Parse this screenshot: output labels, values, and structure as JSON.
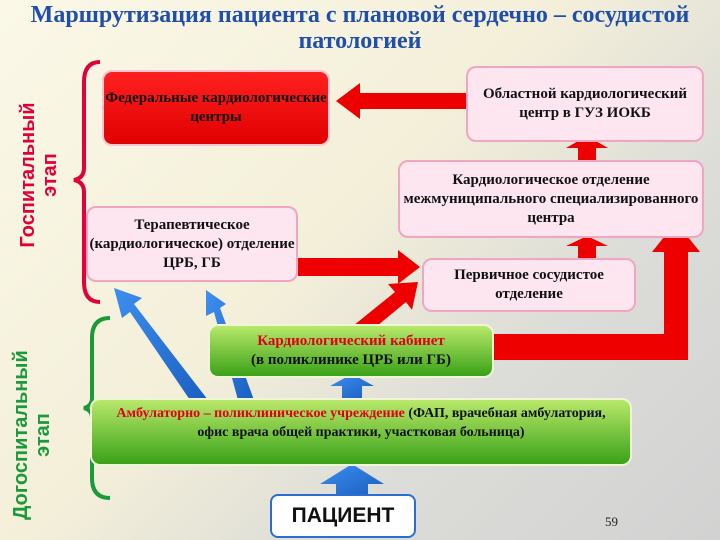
{
  "title": "Маршрутизация пациента с плановой сердечно – сосудистой патологией",
  "stages": {
    "hospital": "Госпитальный этап",
    "prehospital": "Догоспитальный этап"
  },
  "boxes": {
    "federal": "Федеральные кардиологические центры",
    "regional": "Областной кардиологический центр в ГУЗ ИОКБ",
    "municipal": "Кардиологическое отделение межмуниципального специализированного центра",
    "therapy": "Терапевтическое (кардиологическое) отделение ЦРБ, ГБ",
    "primary_vascular": "Первичное сосудистое отделение",
    "cardio_office": "Кардиологический кабинет",
    "cardio_office_sub": "(в поликлинике ЦРБ или ГБ)",
    "ambulatory_highlight": "Амбулаторно – поликлиническое учреждение",
    "ambulatory_rest": " (ФАП, врачебная амбулатория, офис врача общей практики, участковая больница)",
    "patient": "ПАЦИЕНТ"
  },
  "page_number": "59",
  "colors": {
    "title": "#1f4fa8",
    "red_arrow": "#ee0000",
    "blue_arrow": "#1f6fd0",
    "green_bracket": "#1a9a3a",
    "red_bracket": "#e0003a"
  }
}
